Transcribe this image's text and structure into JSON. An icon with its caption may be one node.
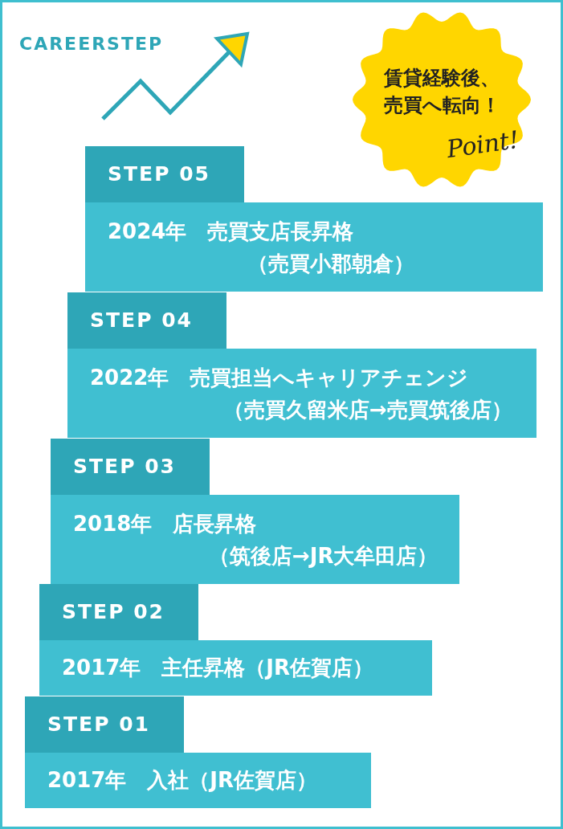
{
  "diagram": {
    "nodes": [
      {
        "text": [
          "賃貸経験後、売買へ転向！",
          "Point!"
        ]
      },
      {
        "text": [
          "STEP 05"
        ]
      },
      {
        "text": [
          "2024年　売買支店長昇格",
          "（売買小郡朝倉）"
        ]
      },
      {
        "text": [
          "STEP 04"
        ]
      },
      {
        "text": [
          "2022年　売買担当へキャリアチェンジ",
          "（売買久留米店→売買筑後店）"
        ]
      },
      {
        "text": [
          "STEP 03"
        ]
      },
      {
        "text": [
          "2018年　店長昇格",
          "（筑後店→JR大牟田店）"
        ]
      },
      {
        "text": [
          "STEP 02"
        ]
      },
      {
        "text": [
          "2017年　主任昇格（JR佐賀店）"
        ]
      },
      {
        "text": [
          "STEP 01"
        ]
      },
      {
        "text": [
          "2017年　入社（JR佐賀店）"
        ]
      }
    ],
    "edges": [],
    "labels": [
      "CAREERSTEP"
    ]
  }
}
